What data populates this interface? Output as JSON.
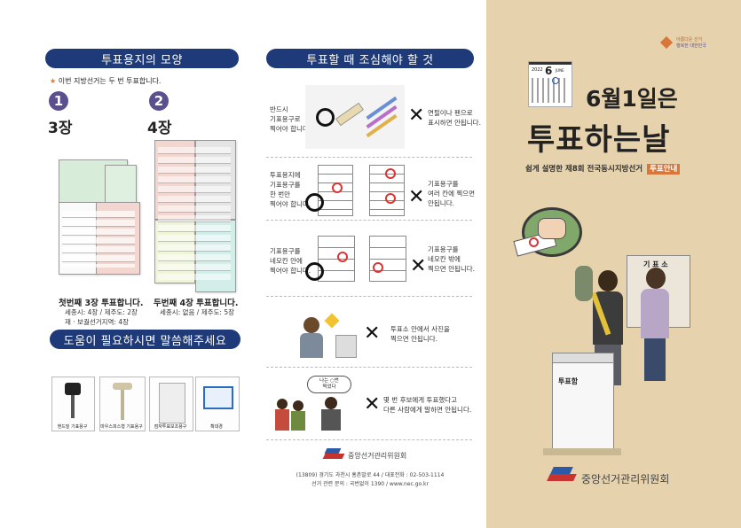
{
  "left": {
    "heading": "투표용지의 모양",
    "note": "이번 지방선거는 두 번 투표합니다.",
    "first_num": "1",
    "first_label": "3장",
    "second_num": "2",
    "second_label": "4장",
    "first_title": "첫번째 3장 투표합니다.",
    "first_sub1": "세종시: 4장 / 제주도: 2장",
    "first_sub2": "재 · 보궐선거지역: 4장",
    "second_title": "두번째 4장 투표합니다.",
    "second_sub": "세종시: 없음 / 제주도: 5장",
    "help_heading": "도움이 필요하시면 말씀해주세요",
    "aids": [
      "핸드밀 기표용구",
      "마우스피스형 기표용구",
      "점자투표보조용구",
      "확대경"
    ]
  },
  "middle": {
    "heading": "투표할 때 조심해야 할 것",
    "items": [
      {
        "left": "반드시\n기표용구로\n찍어야 합니다.",
        "right": "연필이나 펜으로\n표시하면 안됩니다."
      },
      {
        "left": "투표용지에\n기표용구를\n한 번만\n찍어야 합니다.",
        "right": "기표용구를\n여러 칸에 찍으면\n안됩니다."
      },
      {
        "left": "기표용구를\n네모칸 안에\n찍어야 합니다.",
        "right": "기표용구를\n네모칸 밖에\n찍으면 안됩니다."
      },
      {
        "left": "",
        "right": "투표소 안에서 사진을\n찍으면 안됩니다."
      },
      {
        "left": "",
        "right": "몇 번 후보에게 투표했다고\n다른 사람에게 말하면 안됩니다."
      }
    ],
    "speech": "나는 ○번\n찍었다",
    "org_name": "중앙선거관리위원회",
    "address": "(13809) 경기도 과천시 홍촌말로 44 / 대표전화 : 02-503-1114",
    "contact": "선거 관련 문의 : 국번없이 1390 / www.nec.go.kr"
  },
  "right": {
    "slogan1": "아름다운 선거",
    "slogan2": "행복한 대한민국",
    "cal_year": "2022",
    "cal_month": "6",
    "cal_month_label": "JUNE",
    "title1": "6월1일은",
    "title2": "투표하는날",
    "subtitle": "쉽게 설명한 제8회 전국동시지방선거",
    "subtitle_tag": "투표안내",
    "booth_sign": "기 표 소",
    "box_sign": "투표함",
    "org_name": "중앙선거관리위원회"
  },
  "colors": {
    "navy": "#1f3a78",
    "beige": "#e6d2ac",
    "accent_orange": "#d9763a",
    "ballot_green": "#d7ecd9",
    "ballot_pink": "#f3d6cf",
    "ballot_gray": "#e4e4e4",
    "ballot_teal": "#d3ede9"
  }
}
